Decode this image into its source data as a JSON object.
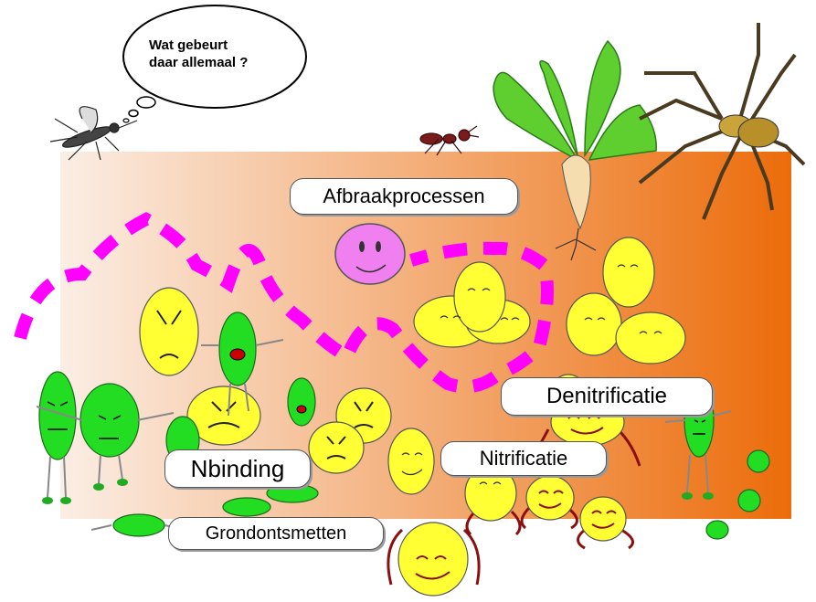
{
  "speech_bubble": {
    "line1": "Wat gebeurt",
    "line2": "daar allemaal ?"
  },
  "labels": {
    "afbraak": "Afbraakprocessen",
    "denitrificatie": "Denitrificatie",
    "nitrificatie": "Nitrificatie",
    "nbinding": "Nbinding",
    "grondontsmetten": "Grondontsmetten"
  },
  "colors": {
    "soil_left": "#fbeee5",
    "soil_right": "#ec6c0a",
    "nitrogen_path": "#ff00ff",
    "yellow_bacteria": "#ffff33",
    "green_bacteria": "#22dd22",
    "pink_bacterium": "#f080f0",
    "leaf": "#5fcf2f",
    "root": "#f6ddb0",
    "legs": "#8a1010"
  },
  "icons": [
    "mosquito-icon",
    "ant-icon",
    "spider-icon",
    "plant-icon"
  ]
}
